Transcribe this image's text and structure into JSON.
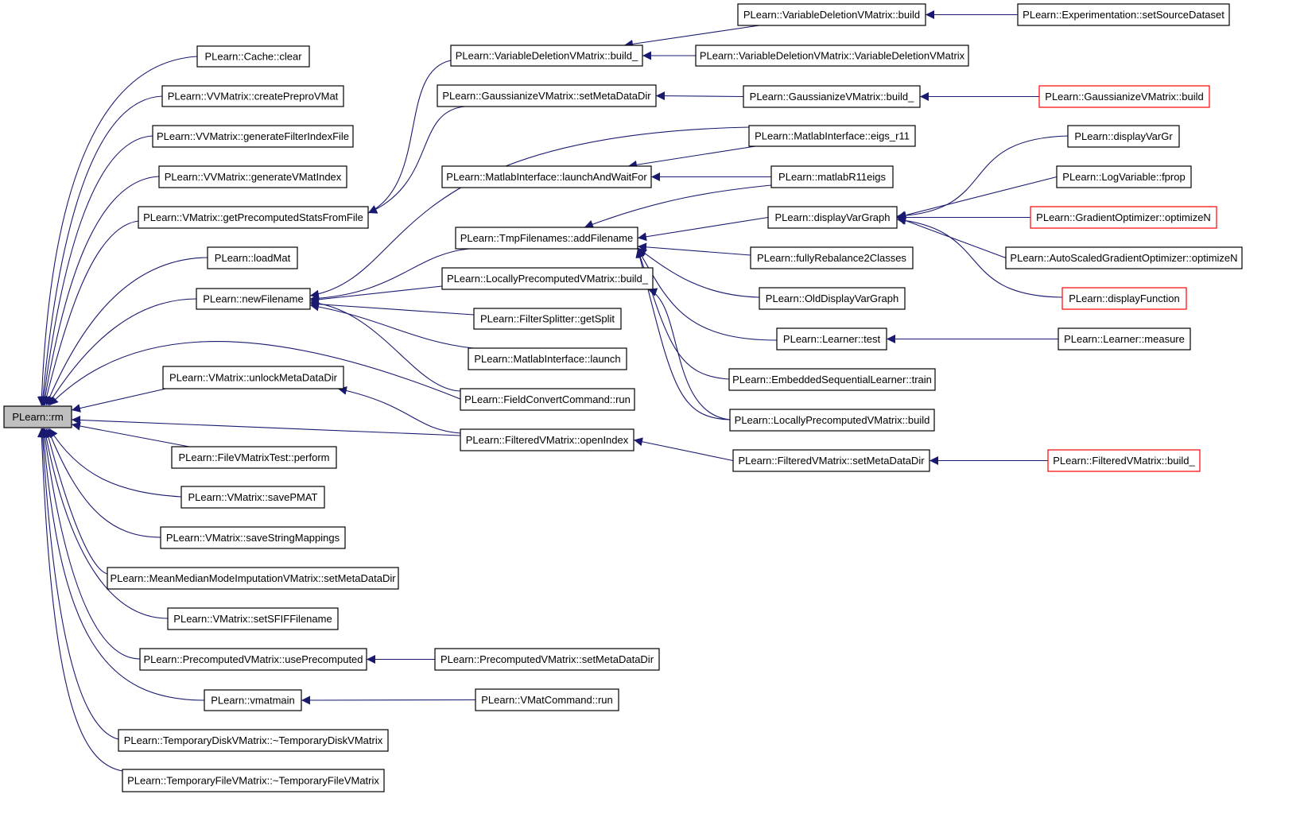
{
  "graph": {
    "nodes": [
      {
        "id": "rm",
        "label": "PLearn::rm",
        "kind": "root"
      },
      {
        "id": "cache_clear",
        "label": "PLearn::Cache::clear"
      },
      {
        "id": "vv_createPrepro",
        "label": "PLearn::VVMatrix::createPreproVMat"
      },
      {
        "id": "vv_genFilter",
        "label": "PLearn::VVMatrix::generateFilterIndexFile"
      },
      {
        "id": "vv_genVMatIndex",
        "label": "PLearn::VVMatrix::generateVMatIndex"
      },
      {
        "id": "vm_getPrecomp",
        "label": "PLearn::VMatrix::getPrecomputedStatsFromFile"
      },
      {
        "id": "loadMat",
        "label": "PLearn::loadMat"
      },
      {
        "id": "newFilename",
        "label": "PLearn::newFilename"
      },
      {
        "id": "vm_unlock",
        "label": "PLearn::VMatrix::unlockMetaDataDir"
      },
      {
        "id": "fvmtest_perform",
        "label": "PLearn::FileVMatrixTest::perform"
      },
      {
        "id": "vm_savePMAT",
        "label": "PLearn::VMatrix::savePMAT"
      },
      {
        "id": "vm_saveString",
        "label": "PLearn::VMatrix::saveStringMappings"
      },
      {
        "id": "mmm_setMeta",
        "label": "PLearn::MeanMedianModeImputationVMatrix::setMetaDataDir"
      },
      {
        "id": "vm_setSFIF",
        "label": "PLearn::VMatrix::setSFIFFilename"
      },
      {
        "id": "pvm_usePrecomp",
        "label": "PLearn::PrecomputedVMatrix::usePrecomputed"
      },
      {
        "id": "vmatmain",
        "label": "PLearn::vmatmain"
      },
      {
        "id": "tdvm_dtor",
        "label": "PLearn::TemporaryDiskVMatrix::~TemporaryDiskVMatrix"
      },
      {
        "id": "tfvm_dtor",
        "label": "PLearn::TemporaryFileVMatrix::~TemporaryFileVMatrix"
      },
      {
        "id": "vdvm_build_",
        "label": "PLearn::VariableDeletionVMatrix::build_"
      },
      {
        "id": "gvm_setMeta",
        "label": "PLearn::GaussianizeVMatrix::setMetaDataDir"
      },
      {
        "id": "mi_launchWait",
        "label": "PLearn::MatlabInterface::launchAndWaitFor"
      },
      {
        "id": "tmp_addFilename",
        "label": "PLearn::TmpFilenames::addFilename"
      },
      {
        "id": "lpvm_build_",
        "label": "PLearn::LocallyPrecomputedVMatrix::build_"
      },
      {
        "id": "fs_getSplit",
        "label": "PLearn::FilterSplitter::getSplit"
      },
      {
        "id": "mi_launch",
        "label": "PLearn::MatlabInterface::launch"
      },
      {
        "id": "fcc_run",
        "label": "PLearn::FieldConvertCommand::run"
      },
      {
        "id": "fvm_openIndex",
        "label": "PLearn::FilteredVMatrix::openIndex"
      },
      {
        "id": "pvm_setMeta",
        "label": "PLearn::PrecomputedVMatrix::setMetaDataDir"
      },
      {
        "id": "vmc_run",
        "label": "PLearn::VMatCommand::run"
      },
      {
        "id": "vdvm_build",
        "label": "PLearn::VariableDeletionVMatrix::build"
      },
      {
        "id": "vdvm_ctor",
        "label": "PLearn::VariableDeletionVMatrix::VariableDeletionVMatrix"
      },
      {
        "id": "gvm_build_",
        "label": "PLearn::GaussianizeVMatrix::build_"
      },
      {
        "id": "mi_eigs",
        "label": "PLearn::MatlabInterface::eigs_r11"
      },
      {
        "id": "matlabR11eigs",
        "label": "PLearn::matlabR11eigs"
      },
      {
        "id": "displayVarGraph",
        "label": "PLearn::displayVarGraph"
      },
      {
        "id": "fullyRebalance",
        "label": "PLearn::fullyRebalance2Classes"
      },
      {
        "id": "oldDisplayVarGraph",
        "label": "PLearn::OldDisplayVarGraph"
      },
      {
        "id": "learner_test",
        "label": "PLearn::Learner::test"
      },
      {
        "id": "esl_train",
        "label": "PLearn::EmbeddedSequentialLearner::train"
      },
      {
        "id": "lpvm_build",
        "label": "PLearn::LocallyPrecomputedVMatrix::build"
      },
      {
        "id": "fvm_setMeta",
        "label": "PLearn::FilteredVMatrix::setMetaDataDir"
      },
      {
        "id": "exp_setSource",
        "label": "PLearn::Experimentation::setSourceDataset"
      },
      {
        "id": "gvm_build",
        "label": "PLearn::GaussianizeVMatrix::build",
        "kind": "red"
      },
      {
        "id": "displayVarGr",
        "label": "PLearn::displayVarGr"
      },
      {
        "id": "lv_fprop",
        "label": "PLearn::LogVariable::fprop"
      },
      {
        "id": "go_optimizeN",
        "label": "PLearn::GradientOptimizer::optimizeN",
        "kind": "red"
      },
      {
        "id": "asgo_optimizeN",
        "label": "PLearn::AutoScaledGradientOptimizer::optimizeN"
      },
      {
        "id": "displayFunction",
        "label": "PLearn::displayFunction",
        "kind": "red"
      },
      {
        "id": "learner_measure",
        "label": "PLearn::Learner::measure"
      },
      {
        "id": "fvm_build_",
        "label": "PLearn::FilteredVMatrix::build_",
        "kind": "red"
      }
    ]
  },
  "colors": {
    "edge": "#191970",
    "node_border": "#000000",
    "red_border": "#ff0000",
    "root_fill": "#bfbfbf"
  }
}
